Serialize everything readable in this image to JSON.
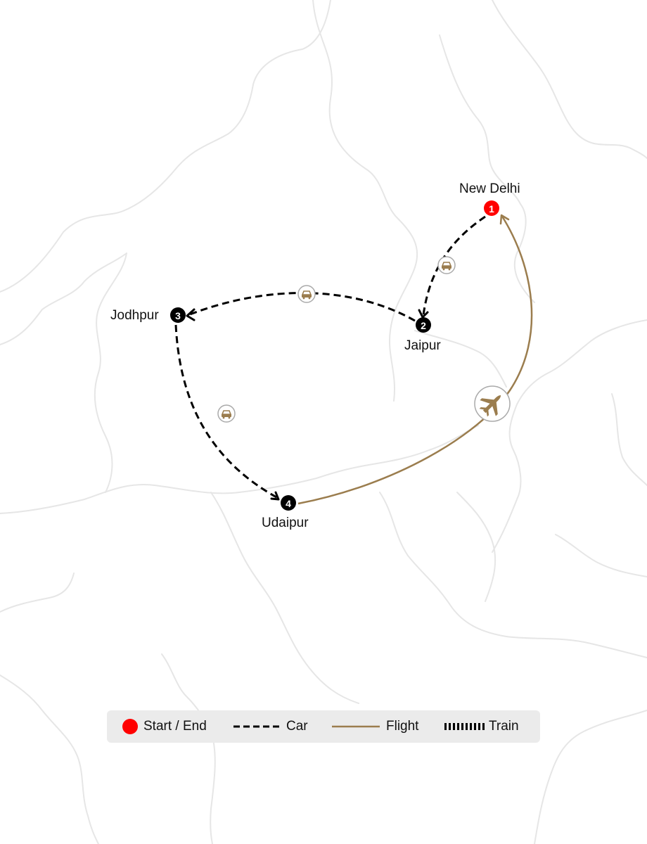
{
  "colors": {
    "start_end": "#ff0000",
    "car": "#000000",
    "flight": "#9b7d4e",
    "stop_marker": "#000000",
    "vehicle_icon": "#9b7d4e",
    "land_borders": "#e6e6e6",
    "legend_background": "#ebebeb"
  },
  "stops": [
    {
      "number": "1",
      "name": "New Delhi",
      "type": "start-end"
    },
    {
      "number": "2",
      "name": "Jaipur",
      "type": "stop"
    },
    {
      "number": "3",
      "name": "Jodhpur",
      "type": "stop"
    },
    {
      "number": "4",
      "name": "Udaipur",
      "type": "stop"
    }
  ],
  "legs": [
    {
      "from": "New Delhi",
      "to": "Jaipur",
      "mode": "Car",
      "icon": "car-icon"
    },
    {
      "from": "Jaipur",
      "to": "Jodhpur",
      "mode": "Car",
      "icon": "car-icon"
    },
    {
      "from": "Jodhpur",
      "to": "Udaipur",
      "mode": "Car",
      "icon": "car-icon"
    },
    {
      "from": "Udaipur",
      "to": "New Delhi",
      "mode": "Flight",
      "icon": "airplane-icon"
    }
  ],
  "legend": {
    "start_end": "Start / End",
    "car": "Car",
    "flight": "Flight",
    "train": "Train"
  }
}
